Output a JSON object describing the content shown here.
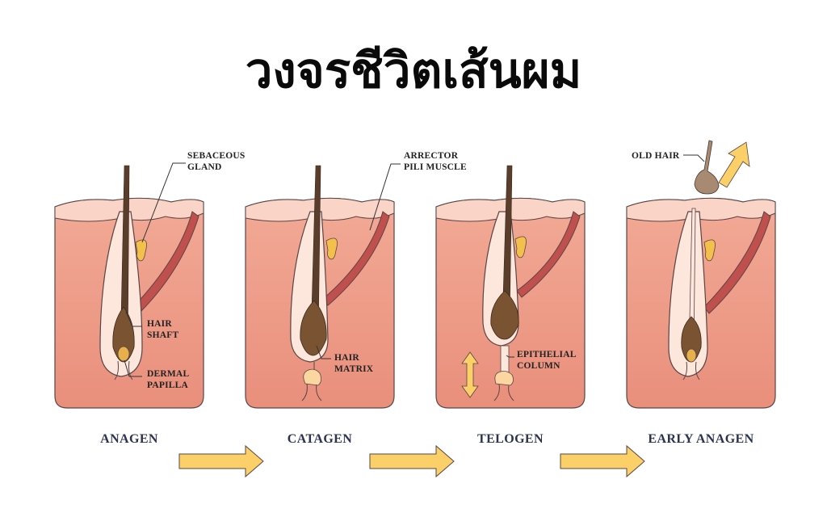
{
  "title": "วงจรชีวิตเส้นผม",
  "labels": {
    "sebaceous_1": "SEBACEOUS",
    "sebaceous_2": "GLAND",
    "arrector_1": "ARRECTOR",
    "arrector_2": "PILI MUSCLE",
    "hair_shaft_1": "HAIR",
    "hair_shaft_2": "SHAFT",
    "dermal_1": "DERMAL",
    "dermal_2": "PAPILLA",
    "matrix_1": "HAIR",
    "matrix_2": "MATRIX",
    "epithelial_1": "EPITHELIAL",
    "epithelial_2": "COLUMN",
    "old_hair": "OLD HAIR"
  },
  "stages": [
    {
      "name": "ANAGEN"
    },
    {
      "name": "CATAGEN"
    },
    {
      "name": "TELOGEN"
    },
    {
      "name": "EARLY ANAGEN"
    }
  ],
  "colors": {
    "skin": "#ec9d8a",
    "skin_top": "#fad4c7",
    "follicle": "#fde6dc",
    "hair": "#5a3e2b",
    "bulb": "#7a5332",
    "papilla": "#e8b04a",
    "muscle": "#c0504d",
    "gland": "#f4c04c",
    "arrow": "#fbd069",
    "outline": "#4a3a3a"
  }
}
